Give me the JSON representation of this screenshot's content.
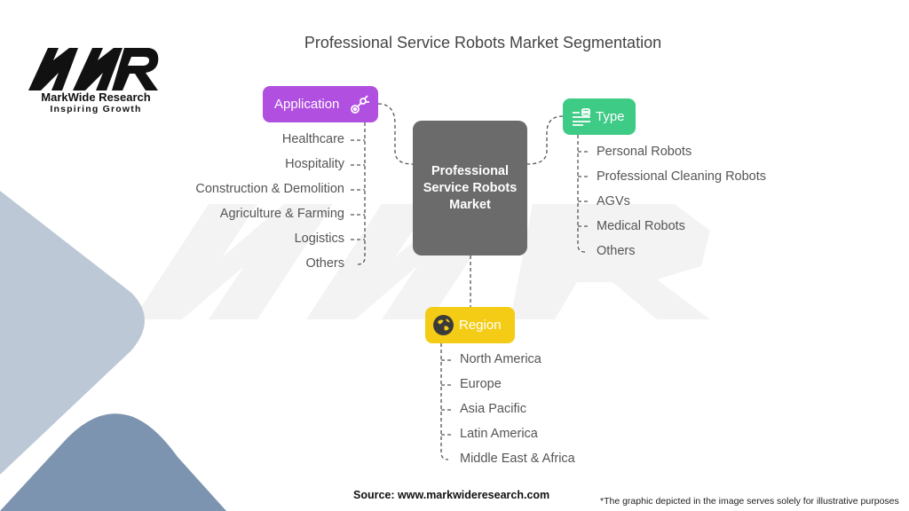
{
  "logo": {
    "mark": "MWR",
    "name": "MarkWide Research",
    "tagline": "Inspiring Growth"
  },
  "title": "Professional Service Robots Market Segmentation",
  "center": {
    "label": "Professional Service Robots Market"
  },
  "segments": {
    "application": {
      "label": "Application",
      "color": "#b04fe0",
      "icon": "robot-arm-icon",
      "items": [
        "Healthcare",
        "Hospitality",
        "Construction & Demolition",
        "Agriculture & Farming",
        "Logistics",
        "Others"
      ]
    },
    "type": {
      "label": "Type",
      "color": "#3ecb86",
      "icon": "robot-list-icon",
      "items": [
        "Personal Robots",
        "Professional Cleaning Robots",
        "AGVs",
        "Medical Robots",
        "Others"
      ]
    },
    "region": {
      "label": "Region",
      "color": "#f4cc15",
      "icon": "globe-icon",
      "items": [
        "North America",
        "Europe",
        "Asia Pacific",
        "Latin America",
        "Middle East & Africa"
      ]
    }
  },
  "footer": {
    "source": "Source: www.markwideresearch.com",
    "disclaimer": "*The graphic depicted in the image serves solely for illustrative purposes"
  }
}
